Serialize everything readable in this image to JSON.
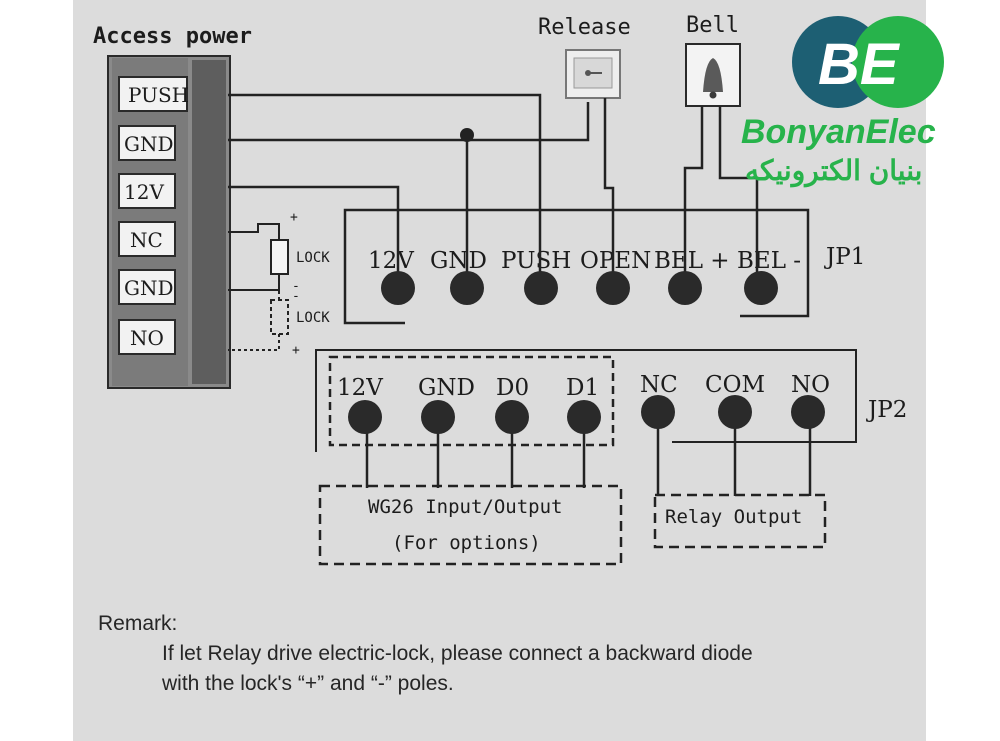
{
  "colors": {
    "paper": "#dcdcdc",
    "ink": "#1c1c1c",
    "logo_teal": "#1d5f73",
    "logo_green": "#27b34b"
  },
  "access_power": {
    "title": "Access power",
    "terminals": [
      "PUSH",
      "GND",
      "12V",
      "NC",
      "GND",
      "NO"
    ],
    "side_marks": [
      "+",
      "-",
      "-",
      "+"
    ],
    "lock_label": "LOCK"
  },
  "devices": {
    "release": "Release",
    "bell": "Bell",
    "release_icon": "exit-button-icon",
    "bell_icon": "bell-icon"
  },
  "jp1": {
    "name": "JP1",
    "pins": [
      "12V",
      "GND",
      "PUSH",
      "OPEN",
      "BEL +",
      "BEL -"
    ]
  },
  "jp2": {
    "name": "JP2",
    "pins": [
      "12V",
      "GND",
      "D0",
      "D1",
      "NC",
      "COM",
      "NO"
    ]
  },
  "groups": {
    "wg26_line1": "WG26 Input/Output",
    "wg26_line2": "(For options)",
    "relay": "Relay Output"
  },
  "remark": {
    "title": "Remark:",
    "line1": "If let Relay drive electric-lock, please connect a backward diode",
    "line2": "with the lock's “+” and “-” poles."
  },
  "logo": {
    "name": "BonyanElec",
    "arabic": "بنیان الکترونیکه",
    "mark": "BE"
  }
}
